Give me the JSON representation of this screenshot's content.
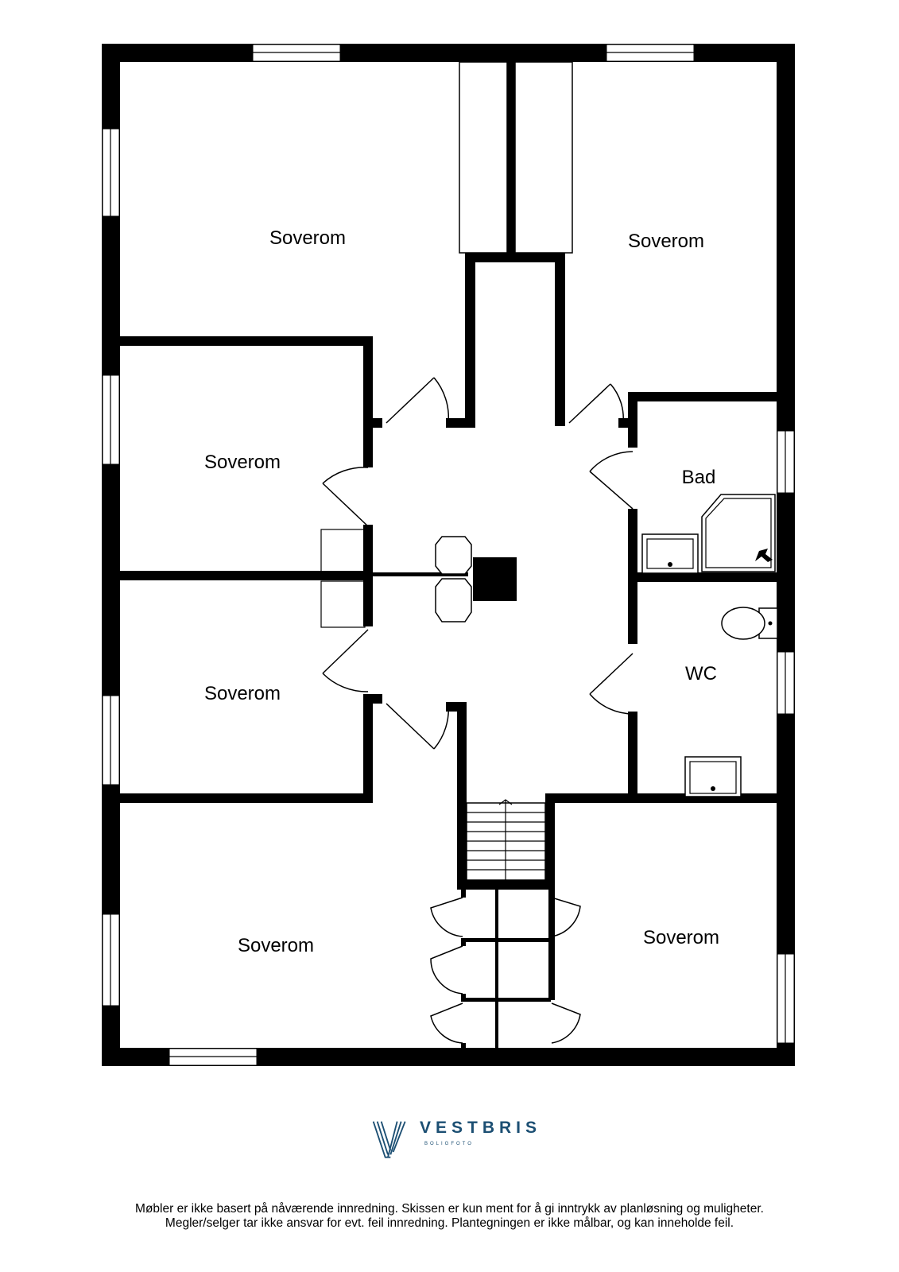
{
  "rooms": {
    "bedroom_top_left": "Soverom",
    "bedroom_top_right": "Soverom",
    "bedroom_mid_left_1": "Soverom",
    "bedroom_mid_left_2": "Soverom",
    "bedroom_bottom_left": "Soverom",
    "bedroom_bottom_right": "Soverom",
    "bathroom": "Bad",
    "toilet": "WC"
  },
  "brand": {
    "name": "VESTBRIS",
    "tagline": "BOLIGFOTO",
    "color": "#1c4f73"
  },
  "disclaimer": {
    "line1": "Møbler er ikke basert på nåværende innredning. Skissen er kun ment for å gi inntrykk av planløsning og muligheter.",
    "line2": "Megler/selger tar ikke ansvar for evt. feil innredning. Plantegningen er ikke målbar, og kan inneholde feil."
  }
}
